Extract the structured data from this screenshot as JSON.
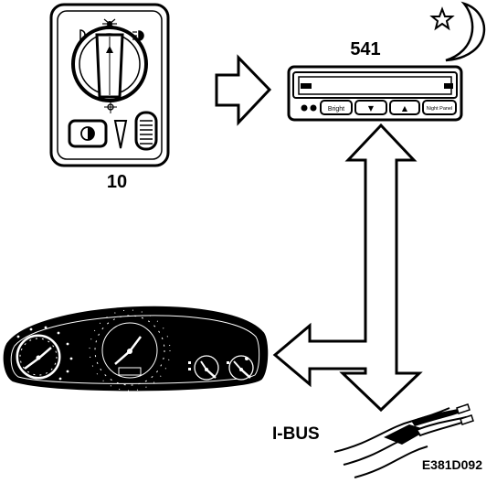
{
  "labels": {
    "switch_number": "10",
    "display_number": "541",
    "bus_label": "I-BUS",
    "figure_code": "E381D092"
  },
  "display_unit": {
    "buttons": [
      "Bright",
      "▼",
      "▲",
      "Night Panel"
    ]
  },
  "colors": {
    "ink": "#000000",
    "paper": "#ffffff"
  }
}
